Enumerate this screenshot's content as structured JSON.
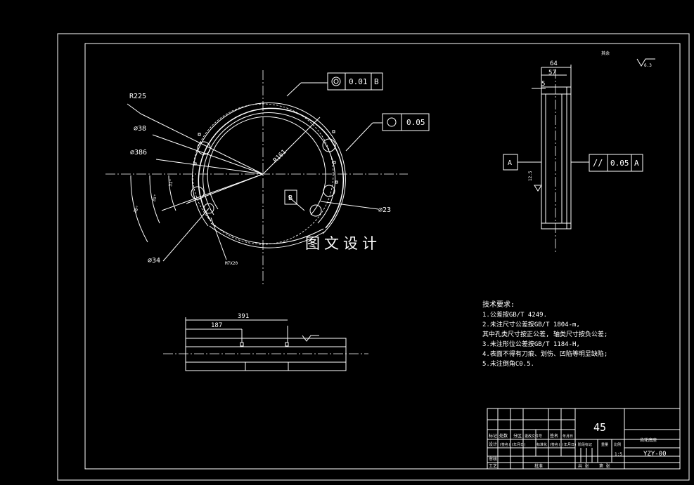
{
  "annotations": {
    "r225": "R225",
    "d38": "∅38",
    "d386": "∅386",
    "d34": "∅34",
    "d23": "∅23",
    "r161": "R161",
    "m7x20": "M7X20",
    "ang1": "31°",
    "ang2": "35°",
    "ang3": "30°",
    "datum_b_label": "B"
  },
  "tolerance_frames": {
    "concentricity": {
      "symbol": "◎",
      "value": "0.01",
      "datum": "B"
    },
    "roundness": {
      "symbol": "○",
      "value": "0.05"
    },
    "parallelism": {
      "symbol": "//",
      "value": "0.05",
      "datum": "A"
    },
    "datum_a": "A"
  },
  "side_view": {
    "dim_64": "64",
    "dim_57": "57",
    "dim_5": "5",
    "roughness": "12.5"
  },
  "bottom_view": {
    "dim_391": "391",
    "dim_187": "187"
  },
  "corner_note": {
    "text": "其余",
    "roughness": "6.3"
  },
  "watermark": "图文设计",
  "tech_requirements": {
    "title": "技术要求:",
    "lines": [
      "1.公差按GB/T 4249.",
      "2.未注尺寸公差按GB/T 1804-m,",
      "   其中孔类尺寸按正公差, 轴类尺寸按负公差;",
      "3.未注形位公差按GB/T 1184-H,",
      "4.表面不得有刀痕、划伤、凹陷等明显缺陷;",
      "5.未注倒角C0.5."
    ]
  },
  "title_block": {
    "material": "45",
    "part_name": "齿轮底座",
    "drawing_no": "YZY-00",
    "scale": "1:5",
    "header_labels": [
      "标记",
      "处数",
      "分区",
      "更改文件号",
      "签名",
      "年月日"
    ],
    "row_labels": [
      "设计",
      "审核",
      "工艺"
    ],
    "cells": [
      "(签名)",
      "(年月日)",
      "标准化",
      "(签名)",
      "(年月日)",
      "批准"
    ],
    "stage_headers": [
      "阶段标记",
      "重量",
      "比例"
    ],
    "bottom": [
      "共 张",
      "第 张"
    ]
  }
}
